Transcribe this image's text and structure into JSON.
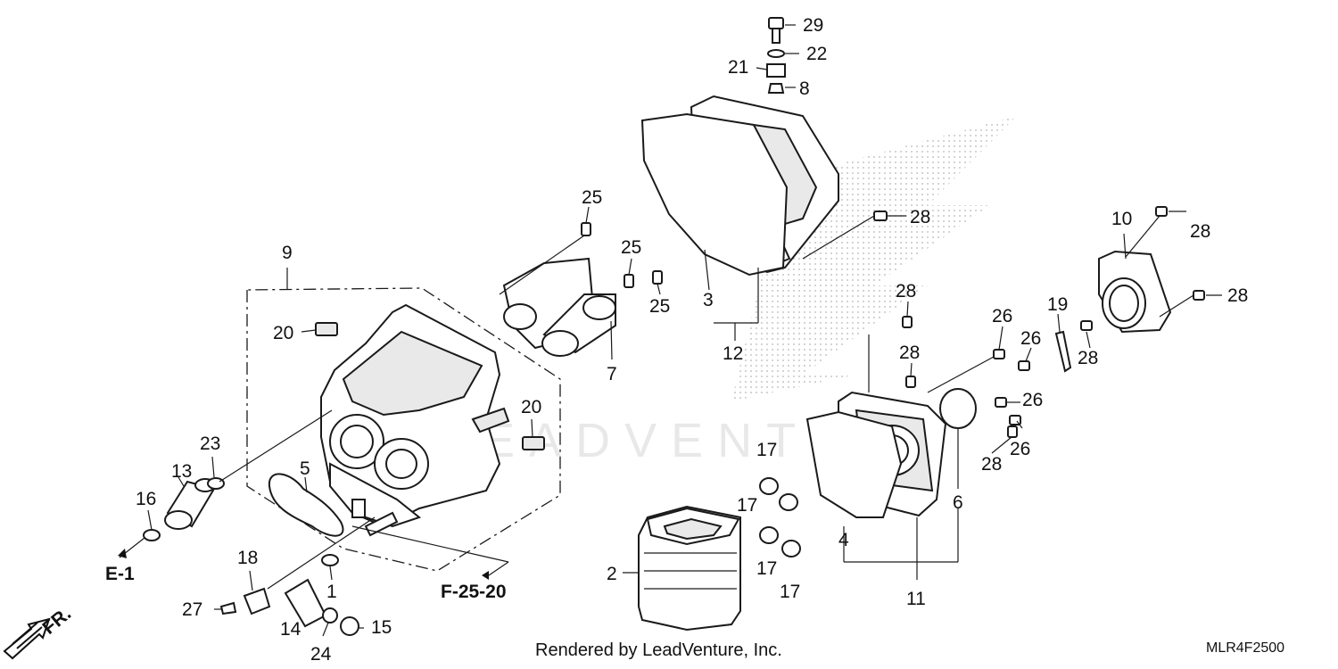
{
  "diagram": {
    "callouts": {
      "p1": "1",
      "p2": "2",
      "p3": "3",
      "p4": "4",
      "p5": "5",
      "p6": "6",
      "p7": "7",
      "p8": "8",
      "p9": "9",
      "p10": "10",
      "p11": "11",
      "p12": "12",
      "p13": "13",
      "p14": "14",
      "p15": "15",
      "p16": "16",
      "p17a": "17",
      "p17b": "17",
      "p17c": "17",
      "p17d": "17",
      "p18": "18",
      "p19": "19",
      "p20a": "20",
      "p20b": "20",
      "p21": "21",
      "p22": "22",
      "p23": "23",
      "p24": "24",
      "p25a": "25",
      "p25b": "25",
      "p25c": "25",
      "p26a": "26",
      "p26b": "26",
      "p26c": "26",
      "p26d": "26",
      "p27": "27",
      "p28a": "28",
      "p28b": "28",
      "p28c": "28",
      "p28d": "28",
      "p28e": "28",
      "p28f": "28",
      "p28g": "28",
      "p29": "29"
    },
    "references": {
      "e1": "E-1",
      "f2520": "F-25-20",
      "front": "FR."
    },
    "watermark": "LEADVENTURE",
    "credit": "Rendered by LeadVenture, Inc.",
    "diagram_code": "MLR4F2500"
  }
}
